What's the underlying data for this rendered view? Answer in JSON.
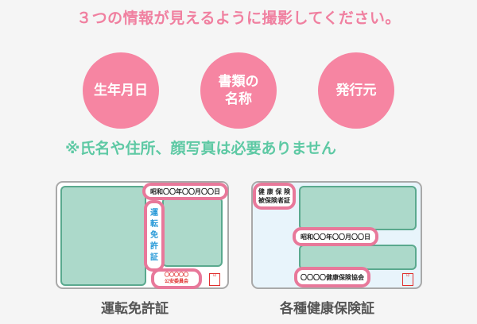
{
  "instruction": "３つの情報が見えるように撮影してください。",
  "required_items": [
    {
      "label": "生年月日"
    },
    {
      "label_line1": "書類の",
      "label_line2": "名称"
    },
    {
      "label": "発行元"
    }
  ],
  "note": "※氏名や住所、顔写真は必要ありません",
  "cards": {
    "drivers_license": {
      "caption": "運転免許証",
      "birthdate": "昭和〇〇年〇〇月〇〇日",
      "doc_name_chars": [
        "運",
        "転",
        "免",
        "許",
        "証"
      ],
      "issuer_line1": "〇〇〇〇〇",
      "issuer_line2": "公安委員会",
      "stamp": "印"
    },
    "health_insurance": {
      "caption": "各種健康保険証",
      "doc_name_line1": "健 康 保 険",
      "doc_name_line2": "被保険者証",
      "birthdate": "昭和〇〇年〇〇月〇〇日",
      "issuer": "〇〇〇〇健康保険協会",
      "stamp": "印"
    }
  },
  "colors": {
    "accent_pink": "#f685a2",
    "title_pink": "#f080a0",
    "note_green": "#5ec9a4",
    "photo_fill": "#acd9ca",
    "highlight_border": "#e8789a",
    "license_text_blue": "#2a9ad8",
    "stamp_red": "#e0302f"
  }
}
